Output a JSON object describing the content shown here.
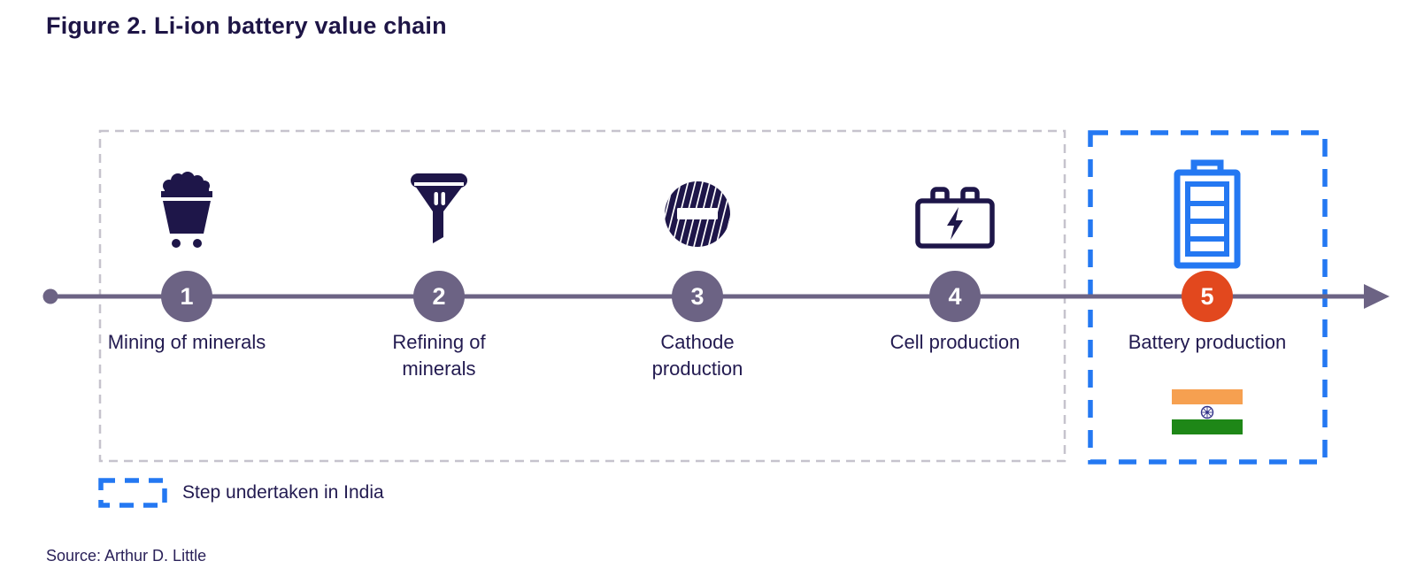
{
  "title": "Figure 2. Li-ion battery value chain",
  "steps": [
    {
      "num": "1",
      "label": "Mining of minerals",
      "icon": "mine-cart-icon"
    },
    {
      "num": "2",
      "label": "Refining of minerals",
      "icon": "funnel-icon"
    },
    {
      "num": "3",
      "label": "Cathode production",
      "icon": "cathode-disc-icon"
    },
    {
      "num": "4",
      "label": "Cell production",
      "icon": "cell-battery-icon"
    },
    {
      "num": "5",
      "label": "Battery production",
      "icon": "battery-icon",
      "highlighted": true,
      "flag": "india-flag"
    }
  ],
  "legend": {
    "label": "Step undertaken in India"
  },
  "source": "Source: Arthur D. Little",
  "colors": {
    "navy": "#1E1649",
    "text_navy": "#221A50",
    "step_circle_purple": "#6C6384",
    "timeline_purple": "#6C6384",
    "highlight_orange": "#E2481E",
    "india_box_blue": "#2478F2",
    "gray_dash": "#C6C3CD",
    "flag_saffron": "#F6A050",
    "flag_green": "#1E8717",
    "flag_chakra_navy": "#333388"
  }
}
